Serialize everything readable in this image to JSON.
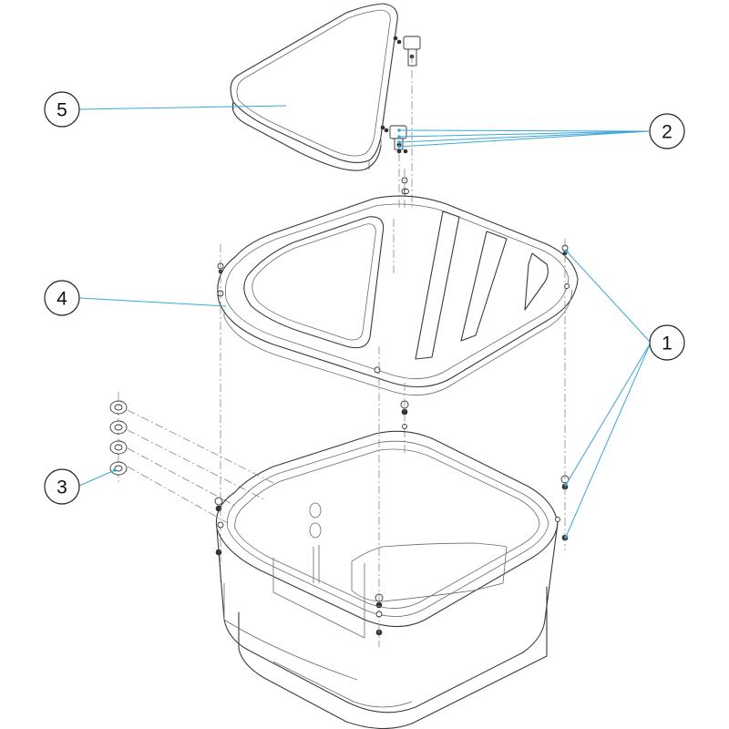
{
  "diagram": {
    "callouts": [
      {
        "id": "1",
        "label": "1"
      },
      {
        "id": "2",
        "label": "2"
      },
      {
        "id": "3",
        "label": "3"
      },
      {
        "id": "4",
        "label": "4"
      },
      {
        "id": "5",
        "label": "5"
      }
    ],
    "colors": {
      "leader": "#3aa6d8",
      "outline": "#3a3a3a",
      "background": "#ffffff"
    }
  }
}
